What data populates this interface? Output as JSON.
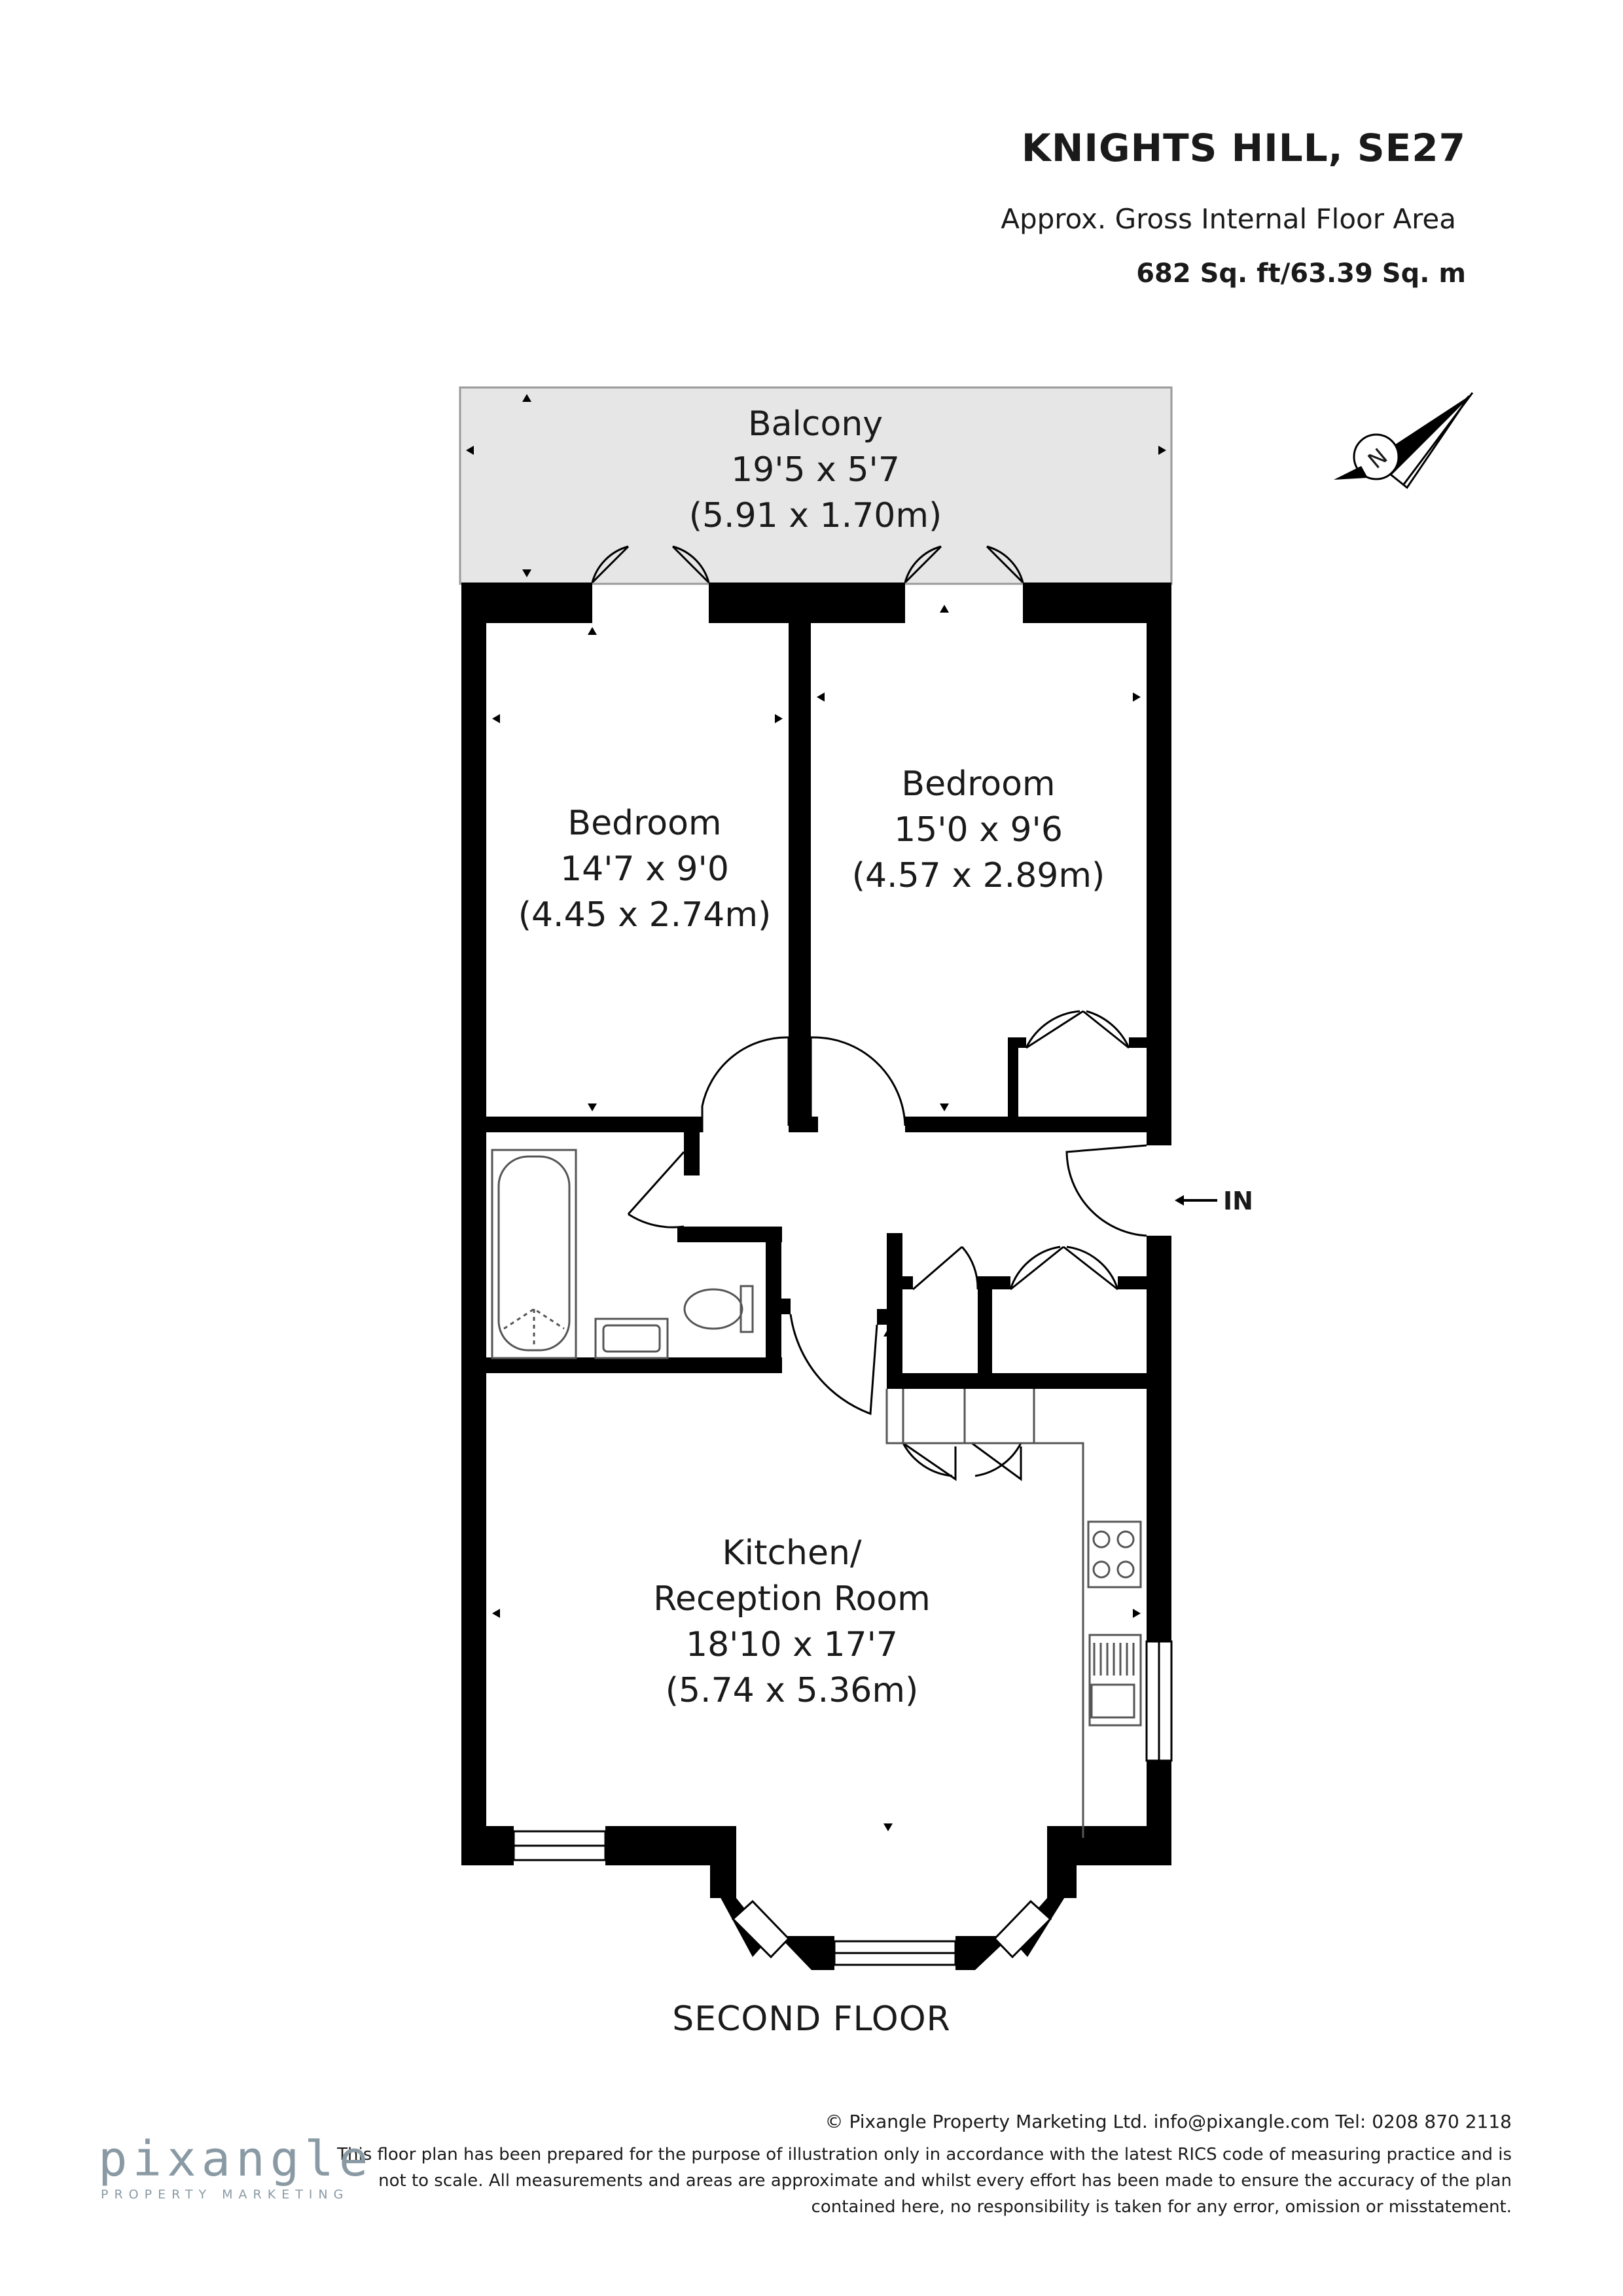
{
  "header": {
    "title": "KNIGHTS HILL, SE27",
    "area_label": "Approx. Gross Internal Floor Area",
    "area_value": "682 Sq. ft/63.39 Sq. m"
  },
  "rooms": {
    "balcony": {
      "name": "Balcony",
      "imperial": "19'5 x 5'7",
      "metric": "(5.91 x 1.70m)"
    },
    "bedroom_1": {
      "name": "Bedroom",
      "imperial": "14'7 x 9'0",
      "metric": "(4.45 x 2.74m)"
    },
    "bedroom_2": {
      "name": "Bedroom",
      "imperial": "15'0 x 9'6",
      "metric": "(4.57 x 2.89m)"
    },
    "kitchen": {
      "name_line1": "Kitchen/",
      "name_line2": "Reception Room",
      "imperial": "18'10 x 17'7",
      "metric": "(5.74 x 5.36m)"
    }
  },
  "entrance_label": "IN",
  "compass_letter": "N",
  "floor_name": "SECOND FLOOR",
  "footer": {
    "copyright": "© Pixangle Property Marketing Ltd. info@pixangle.com Tel: 0208 870 2118",
    "disclaimer": "This floor plan has been prepared for the purpose of illustration only in accordance with the latest RICS code of measuring practice and is not to scale. All measurements and areas are approximate and whilst every effort has been made to ensure the accuracy of the plan contained here, no responsibility is taken for any error, omission or misstatement.",
    "logo_word": "pixangle",
    "logo_sub": "PROPERTY MARKETING"
  },
  "colors": {
    "wall": "#000000",
    "balcony_fill": "#e6e6e6",
    "logo": "#8a9aa4"
  }
}
